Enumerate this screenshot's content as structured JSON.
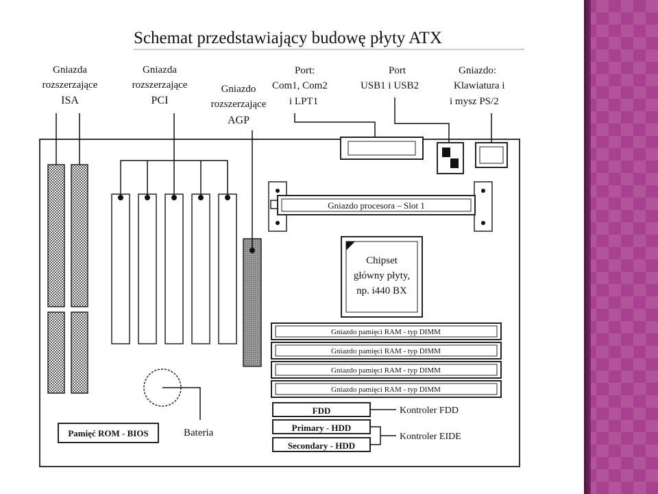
{
  "slide": {
    "title": "Schemat przedstawiający budowę płyty ATX",
    "accent_panel_color": "#a8418f"
  },
  "diagram": {
    "labels": {
      "isa": [
        "Gniazda",
        "rozszerzające",
        "ISA"
      ],
      "pci": [
        "Gniazda",
        "rozszerzające",
        "PCI"
      ],
      "agp": [
        "Gniazdo",
        "rozszerzające",
        "AGP"
      ],
      "ports_com": [
        "Port:",
        "Com1, Com2",
        "i LPT1"
      ],
      "ports_usb": [
        "Port",
        "USB1 i USB2"
      ],
      "ports_ps2": [
        "Gniazdo:",
        "Klawiatura i",
        "i mysz PS/2"
      ],
      "cpu_slot": "Gniazdo procesora – Slot 1",
      "chipset": [
        "Chipset",
        "główny płyty,",
        "np. i440 BX"
      ],
      "dimm_slots": [
        "Gniazdo pamięci RAM - typ DIMM",
        "Gniazdo pamięci RAM - typ DIMM",
        "Gniazdo pamięci RAM - typ DIMM",
        "Gniazdo pamięci RAM - typ DIMM"
      ],
      "fdd": "FDD",
      "primary_hdd": "Primary - HDD",
      "secondary_hdd": "Secondary - HDD",
      "fdd_controller": "Kontroler FDD",
      "eide_controller": "Kontroler EIDE",
      "bios": "Pamięć ROM - BIOS",
      "battery": "Bateria"
    }
  }
}
